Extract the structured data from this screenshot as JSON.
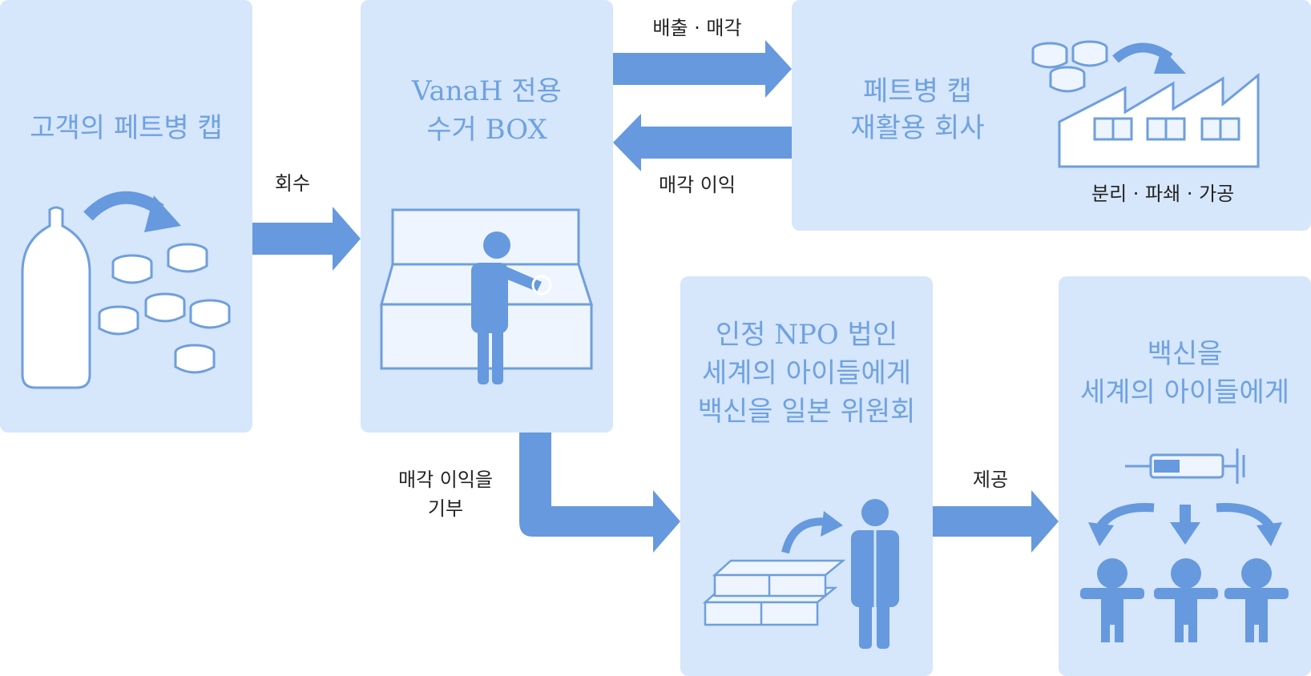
{
  "colors": {
    "box_fill": "#d6e6fb",
    "accent": "#6699dd",
    "title_text": "#6fa2e0",
    "label_text": "#222222"
  },
  "boxes": {
    "customer": {
      "title": "고객의 페트병 캡",
      "icon": "bottle-and-caps-icon"
    },
    "collection": {
      "title_line1": "VanaH 전용",
      "title_line2": "수거 BOX",
      "icon": "person-at-collection-box-icon"
    },
    "recycler": {
      "title_line1": "페트병 캡",
      "title_line2": "재활용 회사",
      "caption": "분리 · 파쇄 · 가공",
      "icon": "factory-icon"
    },
    "npo": {
      "title_line1": "인정 NPO 법인",
      "title_line2": "세계의 아이들에게",
      "title_line3": "백신을 일본 위원회",
      "icon": "money-to-person-icon"
    },
    "vaccine": {
      "title_line1": "백신을",
      "title_line2": "세계의 아이들에게",
      "icon": "syringe-to-children-icon"
    }
  },
  "arrows": {
    "collect": "회수",
    "sell": "배출 · 매각",
    "profit": "매각 이익",
    "donate_line1": "매각 이익을",
    "donate_line2": "기부",
    "provide": "제공"
  }
}
